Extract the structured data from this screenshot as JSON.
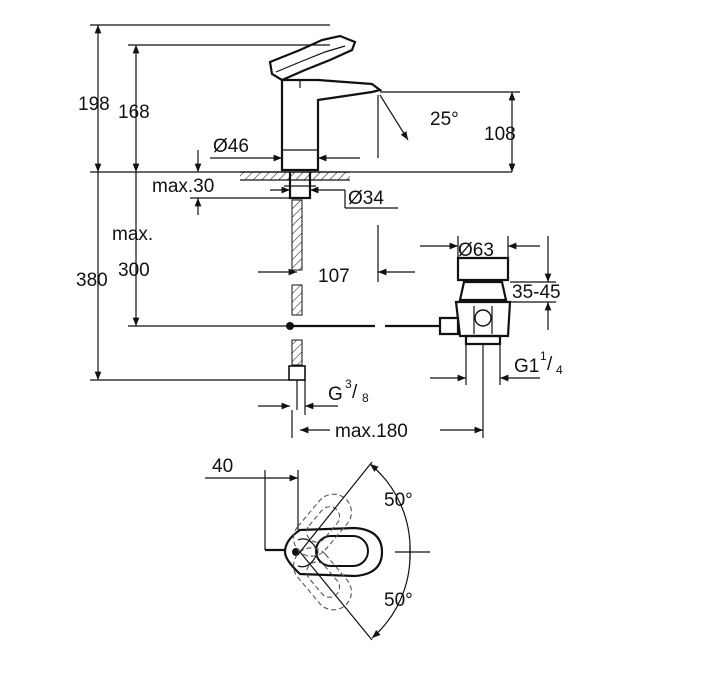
{
  "dimensions": {
    "height_total": "198",
    "height_spout": "168",
    "angle_spout": "25°",
    "spout_height": "108",
    "base_diameter": "Ø46",
    "max_deck": "max.30",
    "hole_diameter": "Ø34",
    "max_label": "max.",
    "max_value": "300",
    "total_380": "380",
    "reach": "107",
    "waste_diameter": "Ø63",
    "waste_range": "35-45",
    "waste_thread_prefix": "G1",
    "waste_thread_num": "1",
    "waste_thread_den": "4",
    "hose_thread_prefix": "G",
    "hose_thread_num": "3",
    "hose_thread_den": "8",
    "max_180": "max.180",
    "offset_40": "40",
    "rotation_upper": "50°",
    "rotation_lower": "50°"
  }
}
